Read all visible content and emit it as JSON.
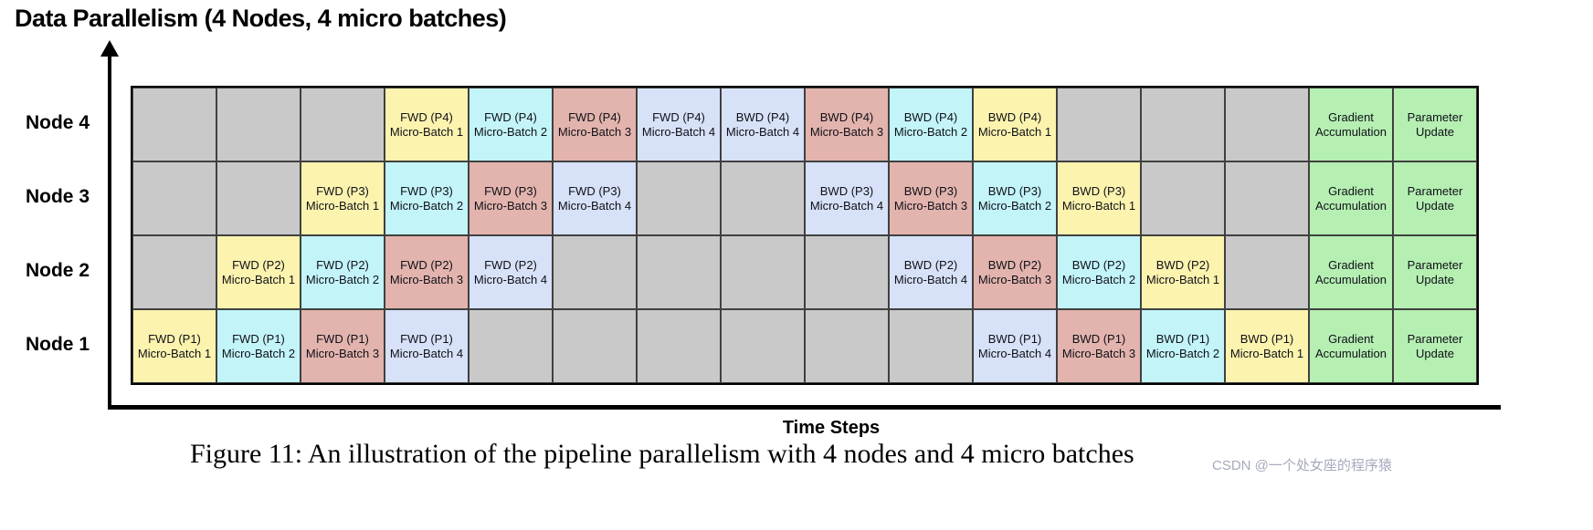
{
  "title": "Data Parallelism (4 Nodes, 4 micro batches)",
  "axis": {
    "x_label": "Time Steps"
  },
  "caption": "Figure 11: An illustration of the pipeline parallelism with 4 nodes and 4 micro batches",
  "watermark": "CSDN @一个处女座的程序猿",
  "colors": {
    "mb1": "#fbf3ae",
    "mb2": "#c2f4f8",
    "mb3": "#e2b4ad",
    "mb4": "#d7e1f7",
    "idle": "#c9c9c9",
    "sync": "#b5efb2"
  },
  "chart_data": {
    "type": "table",
    "n_columns": 16,
    "row_labels": [
      "Node 4",
      "Node 3",
      "Node 2",
      "Node 1"
    ],
    "rows": [
      {
        "label": "Node 4",
        "cells": [
          {
            "t": "idle"
          },
          {
            "t": "idle"
          },
          {
            "t": "idle"
          },
          {
            "t": "mb1",
            "l1": "FWD (P4)",
            "l2": "Micro-Batch 1"
          },
          {
            "t": "mb2",
            "l1": "FWD (P4)",
            "l2": "Micro-Batch 2"
          },
          {
            "t": "mb3",
            "l1": "FWD (P4)",
            "l2": "Micro-Batch 3"
          },
          {
            "t": "mb4",
            "l1": "FWD (P4)",
            "l2": "Micro-Batch 4"
          },
          {
            "t": "mb4",
            "l1": "BWD (P4)",
            "l2": "Micro-Batch 4"
          },
          {
            "t": "mb3",
            "l1": "BWD (P4)",
            "l2": "Micro-Batch 3"
          },
          {
            "t": "mb2",
            "l1": "BWD (P4)",
            "l2": "Micro-Batch 2"
          },
          {
            "t": "mb1",
            "l1": "BWD (P4)",
            "l2": "Micro-Batch 1"
          },
          {
            "t": "idle"
          },
          {
            "t": "idle"
          },
          {
            "t": "idle"
          },
          {
            "t": "sync",
            "l1": "Gradient",
            "l2": "Accumulation"
          },
          {
            "t": "sync",
            "l1": "Parameter",
            "l2": "Update"
          }
        ]
      },
      {
        "label": "Node 3",
        "cells": [
          {
            "t": "idle"
          },
          {
            "t": "idle"
          },
          {
            "t": "mb1",
            "l1": "FWD (P3)",
            "l2": "Micro-Batch 1"
          },
          {
            "t": "mb2",
            "l1": "FWD (P3)",
            "l2": "Micro-Batch 2"
          },
          {
            "t": "mb3",
            "l1": "FWD (P3)",
            "l2": "Micro-Batch 3"
          },
          {
            "t": "mb4",
            "l1": "FWD (P3)",
            "l2": "Micro-Batch 4"
          },
          {
            "t": "idle"
          },
          {
            "t": "idle"
          },
          {
            "t": "mb4",
            "l1": "BWD (P3)",
            "l2": "Micro-Batch 4"
          },
          {
            "t": "mb3",
            "l1": "BWD (P3)",
            "l2": "Micro-Batch 3"
          },
          {
            "t": "mb2",
            "l1": "BWD (P3)",
            "l2": "Micro-Batch 2"
          },
          {
            "t": "mb1",
            "l1": "BWD (P3)",
            "l2": "Micro-Batch 1"
          },
          {
            "t": "idle"
          },
          {
            "t": "idle"
          },
          {
            "t": "sync",
            "l1": "Gradient",
            "l2": "Accumulation"
          },
          {
            "t": "sync",
            "l1": "Parameter",
            "l2": "Update"
          }
        ]
      },
      {
        "label": "Node 2",
        "cells": [
          {
            "t": "idle"
          },
          {
            "t": "mb1",
            "l1": "FWD (P2)",
            "l2": "Micro-Batch 1"
          },
          {
            "t": "mb2",
            "l1": "FWD (P2)",
            "l2": "Micro-Batch 2"
          },
          {
            "t": "mb3",
            "l1": "FWD (P2)",
            "l2": "Micro-Batch 3"
          },
          {
            "t": "mb4",
            "l1": "FWD (P2)",
            "l2": "Micro-Batch 4"
          },
          {
            "t": "idle"
          },
          {
            "t": "idle"
          },
          {
            "t": "idle"
          },
          {
            "t": "idle"
          },
          {
            "t": "mb4",
            "l1": "BWD (P2)",
            "l2": "Micro-Batch 4"
          },
          {
            "t": "mb3",
            "l1": "BWD (P2)",
            "l2": "Micro-Batch 3"
          },
          {
            "t": "mb2",
            "l1": "BWD (P2)",
            "l2": "Micro-Batch 2"
          },
          {
            "t": "mb1",
            "l1": "BWD (P2)",
            "l2": "Micro-Batch 1"
          },
          {
            "t": "idle"
          },
          {
            "t": "sync",
            "l1": "Gradient",
            "l2": "Accumulation"
          },
          {
            "t": "sync",
            "l1": "Parameter",
            "l2": "Update"
          }
        ]
      },
      {
        "label": "Node 1",
        "cells": [
          {
            "t": "mb1",
            "l1": "FWD (P1)",
            "l2": "Micro-Batch 1"
          },
          {
            "t": "mb2",
            "l1": "FWD (P1)",
            "l2": "Micro-Batch 2"
          },
          {
            "t": "mb3",
            "l1": "FWD (P1)",
            "l2": "Micro-Batch 3"
          },
          {
            "t": "mb4",
            "l1": "FWD (P1)",
            "l2": "Micro-Batch 4"
          },
          {
            "t": "idle"
          },
          {
            "t": "idle"
          },
          {
            "t": "idle"
          },
          {
            "t": "idle"
          },
          {
            "t": "idle"
          },
          {
            "t": "idle"
          },
          {
            "t": "mb4",
            "l1": "BWD (P1)",
            "l2": "Micro-Batch 4"
          },
          {
            "t": "mb3",
            "l1": "BWD (P1)",
            "l2": "Micro-Batch 3"
          },
          {
            "t": "mb2",
            "l1": "BWD (P1)",
            "l2": "Micro-Batch 2"
          },
          {
            "t": "mb1",
            "l1": "BWD (P1)",
            "l2": "Micro-Batch 1"
          },
          {
            "t": "sync",
            "l1": "Gradient",
            "l2": "Accumulation"
          },
          {
            "t": "sync",
            "l1": "Parameter",
            "l2": "Update"
          }
        ]
      }
    ]
  }
}
